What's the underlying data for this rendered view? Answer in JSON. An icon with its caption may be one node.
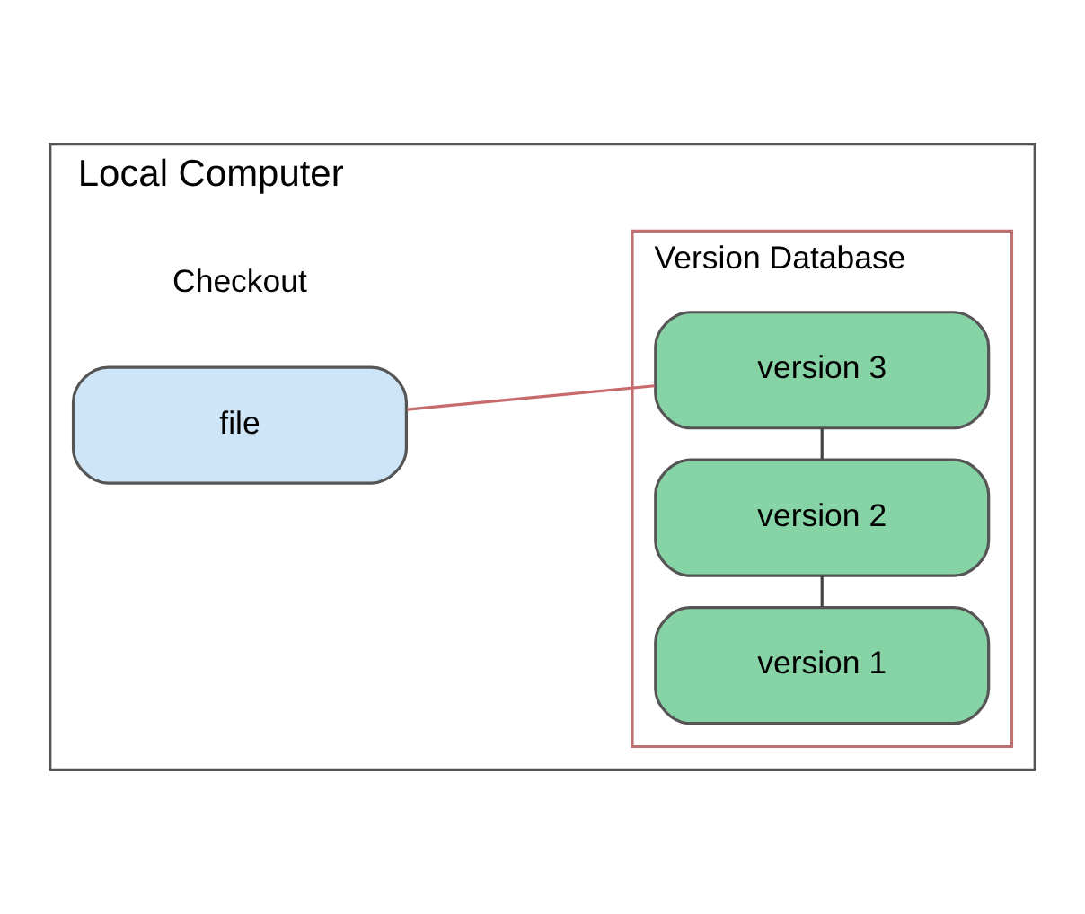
{
  "diagram": {
    "nodes": [
      {
        "text": [
          "Local Computer"
        ]
      },
      {
        "text": [
          "file"
        ],
        "beside": [
          "Checkout"
        ],
        "in": 0
      },
      {
        "text": [
          "Version Database"
        ],
        "in": 0
      },
      {
        "text": [
          "version 3"
        ],
        "in": 2
      },
      {
        "text": [
          "version 2"
        ],
        "in": 2
      },
      {
        "text": [
          "version 1"
        ],
        "in": 2
      }
    ],
    "edges": [
      {
        "from": 1,
        "to": 3,
        "arrow": "none",
        "color": "#c86a6a"
      },
      {
        "from": 3,
        "to": 4,
        "arrow": "none"
      },
      {
        "from": 4,
        "to": 5,
        "arrow": "none"
      }
    ]
  }
}
